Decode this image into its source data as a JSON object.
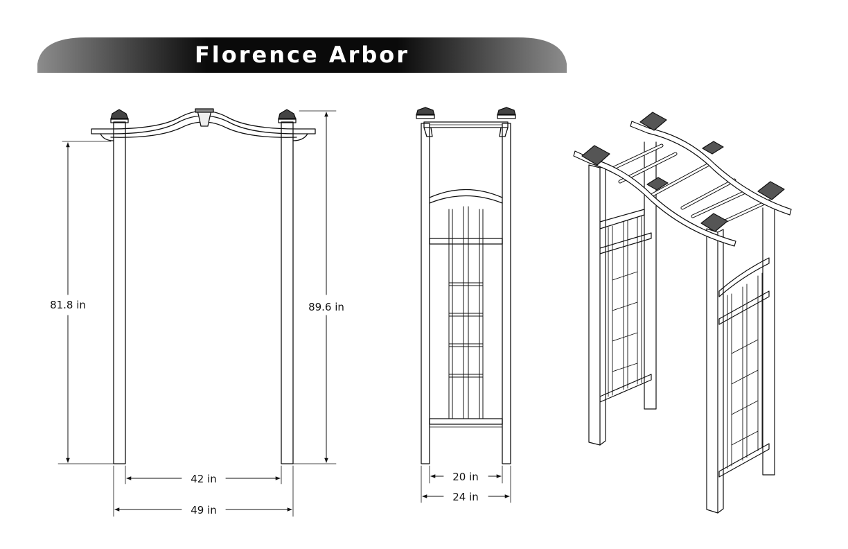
{
  "title": "Florence Arbor",
  "colors": {
    "banner_dark": "#0a0a0a",
    "banner_light": "#8c8c8c",
    "line": "#111111"
  },
  "dimensions": {
    "front_inner_height": "81.8 in",
    "front_total_height": "89.6 in",
    "front_inner_width": "42 in",
    "front_total_width": "49 in",
    "side_inner_depth": "20 in",
    "side_total_depth": "24 in"
  },
  "views": [
    "front-view",
    "side-view",
    "isometric-view"
  ]
}
